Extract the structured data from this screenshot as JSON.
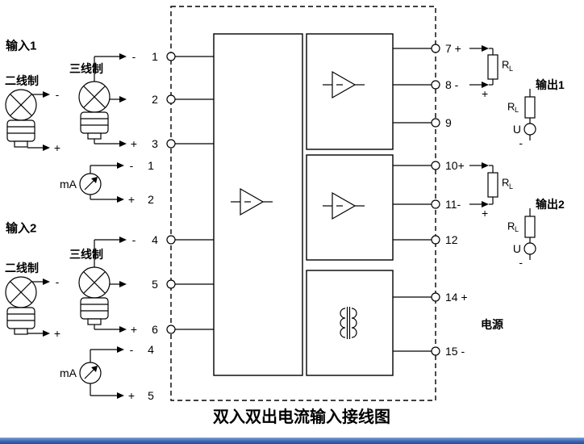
{
  "title": "双入双出电流输入接线图",
  "input1": {
    "label": "输入1",
    "two_wire_label": "二线制",
    "three_wire_label": "三线制",
    "ma_label": "mA",
    "tw_minus": "-",
    "tw_plus": "+",
    "t1_sign": "-",
    "t1": "1",
    "t2": "2",
    "t3_sign": "+",
    "t3": "3",
    "ma_minus_sign": "-",
    "ma_minus_num": "1",
    "ma_plus_sign": "+",
    "ma_plus_num": "2"
  },
  "input2": {
    "label": "输入2",
    "two_wire_label": "二线制",
    "three_wire_label": "三线制",
    "ma_label": "mA",
    "tw_minus": "-",
    "tw_plus": "+",
    "t4_sign": "-",
    "t4": "4",
    "t5": "5",
    "t6_sign": "+",
    "t6": "6",
    "ma_minus_sign": "-",
    "ma_minus_num": "4",
    "ma_plus_sign": "+",
    "ma_plus_num": "5"
  },
  "output1": {
    "label": "输出1",
    "terminal_plus": "7 +",
    "terminal_minus": "8 -",
    "terminal_spare": "9",
    "rl1_r": "R",
    "rl1_sub": "L",
    "rl2_r": "R",
    "rl2_sub": "L",
    "alt_plus": "+",
    "alt_minus": "-",
    "u_label": "U"
  },
  "output2": {
    "label": "输出2",
    "terminal_plus": "10+",
    "terminal_minus": "11-",
    "terminal_spare": "12",
    "rl1_r": "R",
    "rl1_sub": "L",
    "rl2_r": "R",
    "rl2_sub": "L",
    "alt_plus": "+",
    "alt_minus": "-",
    "u_label": "U"
  },
  "power": {
    "label": "电源",
    "terminal_plus": "14 +",
    "terminal_minus": "15 -"
  }
}
